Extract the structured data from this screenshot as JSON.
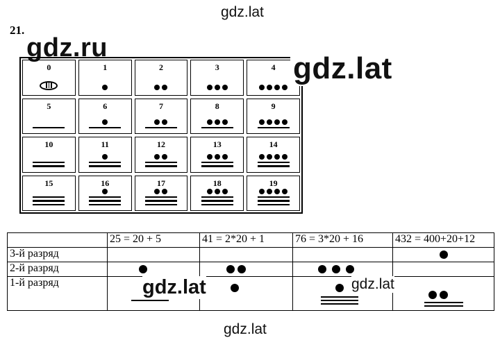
{
  "watermarks": {
    "top": "gdz.lat",
    "logo_ru": "gdz.ru",
    "big": "gdz.lat",
    "middle1": "gdz.lat",
    "middle2": "gdz.lat",
    "bottom": "gdz.lat"
  },
  "problem_number": "21.",
  "maya_numerals": [
    {
      "label": "0",
      "bars": 0,
      "dots": 0,
      "shell": true
    },
    {
      "label": "1",
      "bars": 0,
      "dots": 1
    },
    {
      "label": "2",
      "bars": 0,
      "dots": 2
    },
    {
      "label": "3",
      "bars": 0,
      "dots": 3
    },
    {
      "label": "4",
      "bars": 0,
      "dots": 4
    },
    {
      "label": "5",
      "bars": 1,
      "dots": 0
    },
    {
      "label": "6",
      "bars": 1,
      "dots": 1
    },
    {
      "label": "7",
      "bars": 1,
      "dots": 2
    },
    {
      "label": "8",
      "bars": 1,
      "dots": 3
    },
    {
      "label": "9",
      "bars": 1,
      "dots": 4
    },
    {
      "label": "10",
      "bars": 2,
      "dots": 0
    },
    {
      "label": "11",
      "bars": 2,
      "dots": 1
    },
    {
      "label": "12",
      "bars": 2,
      "dots": 2
    },
    {
      "label": "13",
      "bars": 2,
      "dots": 3
    },
    {
      "label": "14",
      "bars": 2,
      "dots": 4
    },
    {
      "label": "15",
      "bars": 3,
      "dots": 0
    },
    {
      "label": "16",
      "bars": 3,
      "dots": 1
    },
    {
      "label": "17",
      "bars": 3,
      "dots": 2
    },
    {
      "label": "18",
      "bars": 3,
      "dots": 3
    },
    {
      "label": "19",
      "bars": 3,
      "dots": 4
    }
  ],
  "table": {
    "headers": [
      "",
      "25 = 20 + 5",
      "41 = 2*20 + 1",
      "76 = 3*20 + 16",
      "432 = 400+20+12"
    ],
    "rows": [
      "3-й разряд",
      "2-й разряд",
      "1-й разряд"
    ]
  }
}
